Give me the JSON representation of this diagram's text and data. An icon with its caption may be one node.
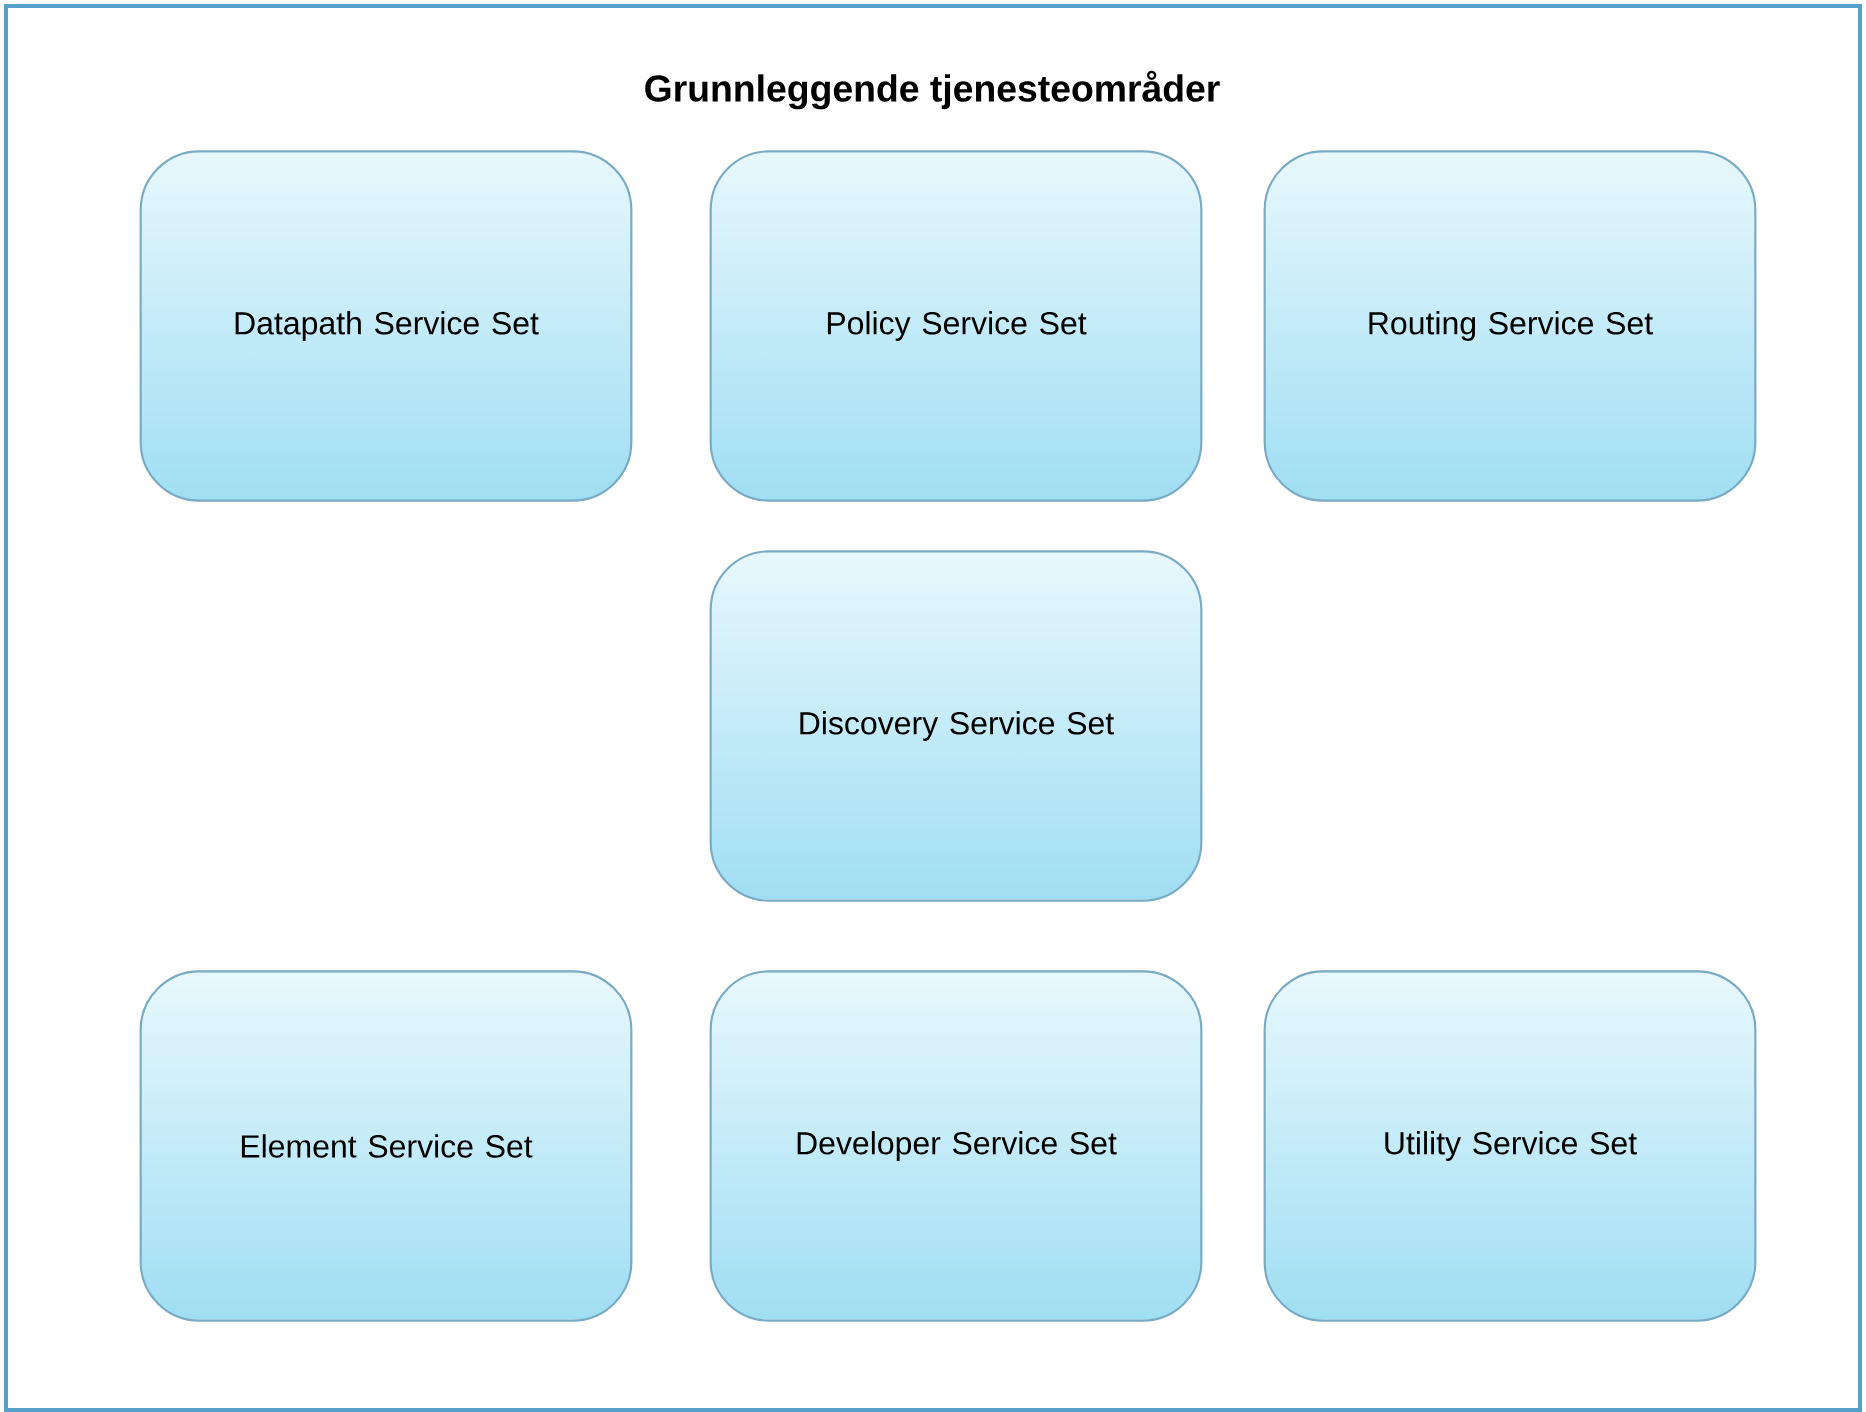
{
  "diagram": {
    "title": "Grunnleggende tjenesteområder",
    "nodes": [
      {
        "text": [
          "Datapath Service Set"
        ]
      },
      {
        "text": [
          "Policy Service Set"
        ]
      },
      {
        "text": [
          "Routing Service Set"
        ]
      },
      {
        "text": [
          "Discovery Service Set"
        ]
      },
      {
        "text": [
          "Element Service Set"
        ]
      },
      {
        "text": [
          "Developer Service Set"
        ]
      },
      {
        "text": [
          "Utility Service Set"
        ]
      }
    ]
  }
}
